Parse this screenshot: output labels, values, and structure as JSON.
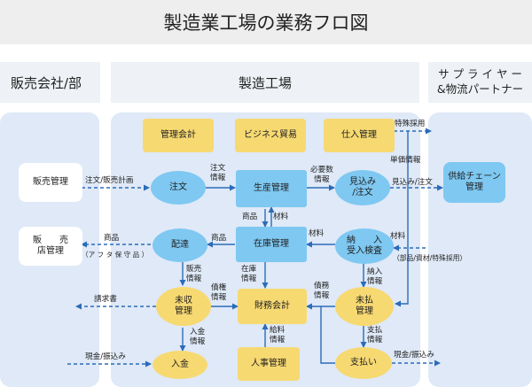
{
  "title": "製造業工場の業務フロ図",
  "columns": {
    "sales": "販売会社/部",
    "factory": "製造工場",
    "suppliers_line1": "サ プ ラ イ ヤ ー",
    "suppliers_line2": "&物流パートナー"
  },
  "nodes": {
    "kanri_kaikei": "管理会計",
    "business_trade": "ビジネス貿易",
    "shiire_kanri": "仕入管理",
    "hanbai_kanri": "販売管理",
    "chuumon": "注文",
    "seisan_kanri": "生産管理",
    "mikomi_line1": "見込み",
    "mikomi_line2": "/注文",
    "kyokyu_line1": "供給チェーン",
    "kyokyu_line2": "管理",
    "hanbaiten_line1": "販　　売",
    "hanbaiten_line2": "店管理",
    "haitatsu": "配達",
    "zaiko_kanri": "在庫管理",
    "nonyu_line1": "納　　入",
    "nonyu_line2": "受入検査",
    "mishu_line1": "未収",
    "mishu_line2": "管理",
    "zaimu_kaikei": "財務会計",
    "miharai_line1": "未払",
    "miharai_line2": "管理",
    "nyukin": "入金",
    "jinji_kanri": "人事管理",
    "shiharai": "支払い"
  },
  "labels": {
    "tokushu_saiyo": "特殊採用",
    "tanka_joho": "単価情報",
    "chumon_hanbai_keikaku": "注文/販売計画",
    "chumon_joho_1": "注文",
    "chumon_joho_2": "情報",
    "hitsuyosu_1": "必要数",
    "hitsuyosu_2": "情報",
    "mikomi_chumon": "見込み/注文",
    "buhin": "商品",
    "zairyo": "材料",
    "shohin": "商品",
    "shohin_left": "商品",
    "afta_hoshuhin": "（ア フ タ 保 守 品 ）",
    "zairyo_right": "材料",
    "zairyo_mid": "材料",
    "buhin_shizai": "（部品/資材/特殊採用）",
    "hanbai_joho_1": "販売",
    "hanbai_joho_2": "情報",
    "zaiko_joho_1": "在庫",
    "zaiko_joho_2": "情報",
    "saimu_joho_1": "債務",
    "saimu_joho_2": "情報",
    "nonyu_joho_1": "納入",
    "nonyu_joho_2": "情報",
    "seikyusho": "請求書",
    "saiken_joho_1": "債権",
    "saiken_joho_2": "情報",
    "nyukin_joho_1": "入金",
    "nyukin_joho_2": "情報",
    "kyuryo_joho_1": "給料",
    "kyuryo_joho_2": "情報",
    "shiharai_joho_1": "支払",
    "shiharai_joho_2": "情報",
    "genkin_furikomi_in": "現金/振込み",
    "genkin_furikomi_out": "現金/振込み"
  },
  "colors": {
    "panel": "#dfe9f7",
    "yellow": "#f7d972",
    "blue": "#7ec8f2",
    "arrow": "#2b6cb8",
    "header": "#eeeeee"
  }
}
